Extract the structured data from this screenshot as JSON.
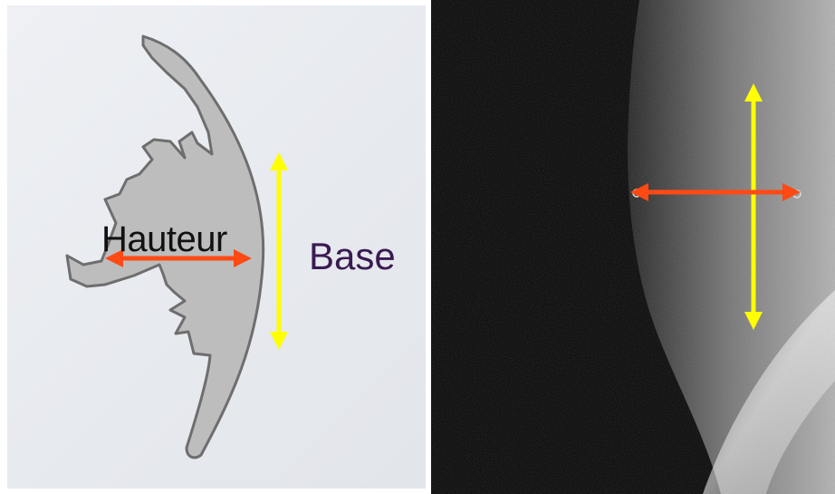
{
  "labels": {
    "hauteur": "Hauteur",
    "base": "Base"
  },
  "colors": {
    "hauteur_arrow": "#ff4a14",
    "base_arrow": "#ffff00",
    "shape_fill": "#bdbdbd",
    "shape_stroke": "#6e6e6e",
    "base_label": "#3a1a52",
    "ultrasound_bg": "#050505"
  },
  "panels": {
    "left": "schematic",
    "right": "ultrasound-image"
  }
}
